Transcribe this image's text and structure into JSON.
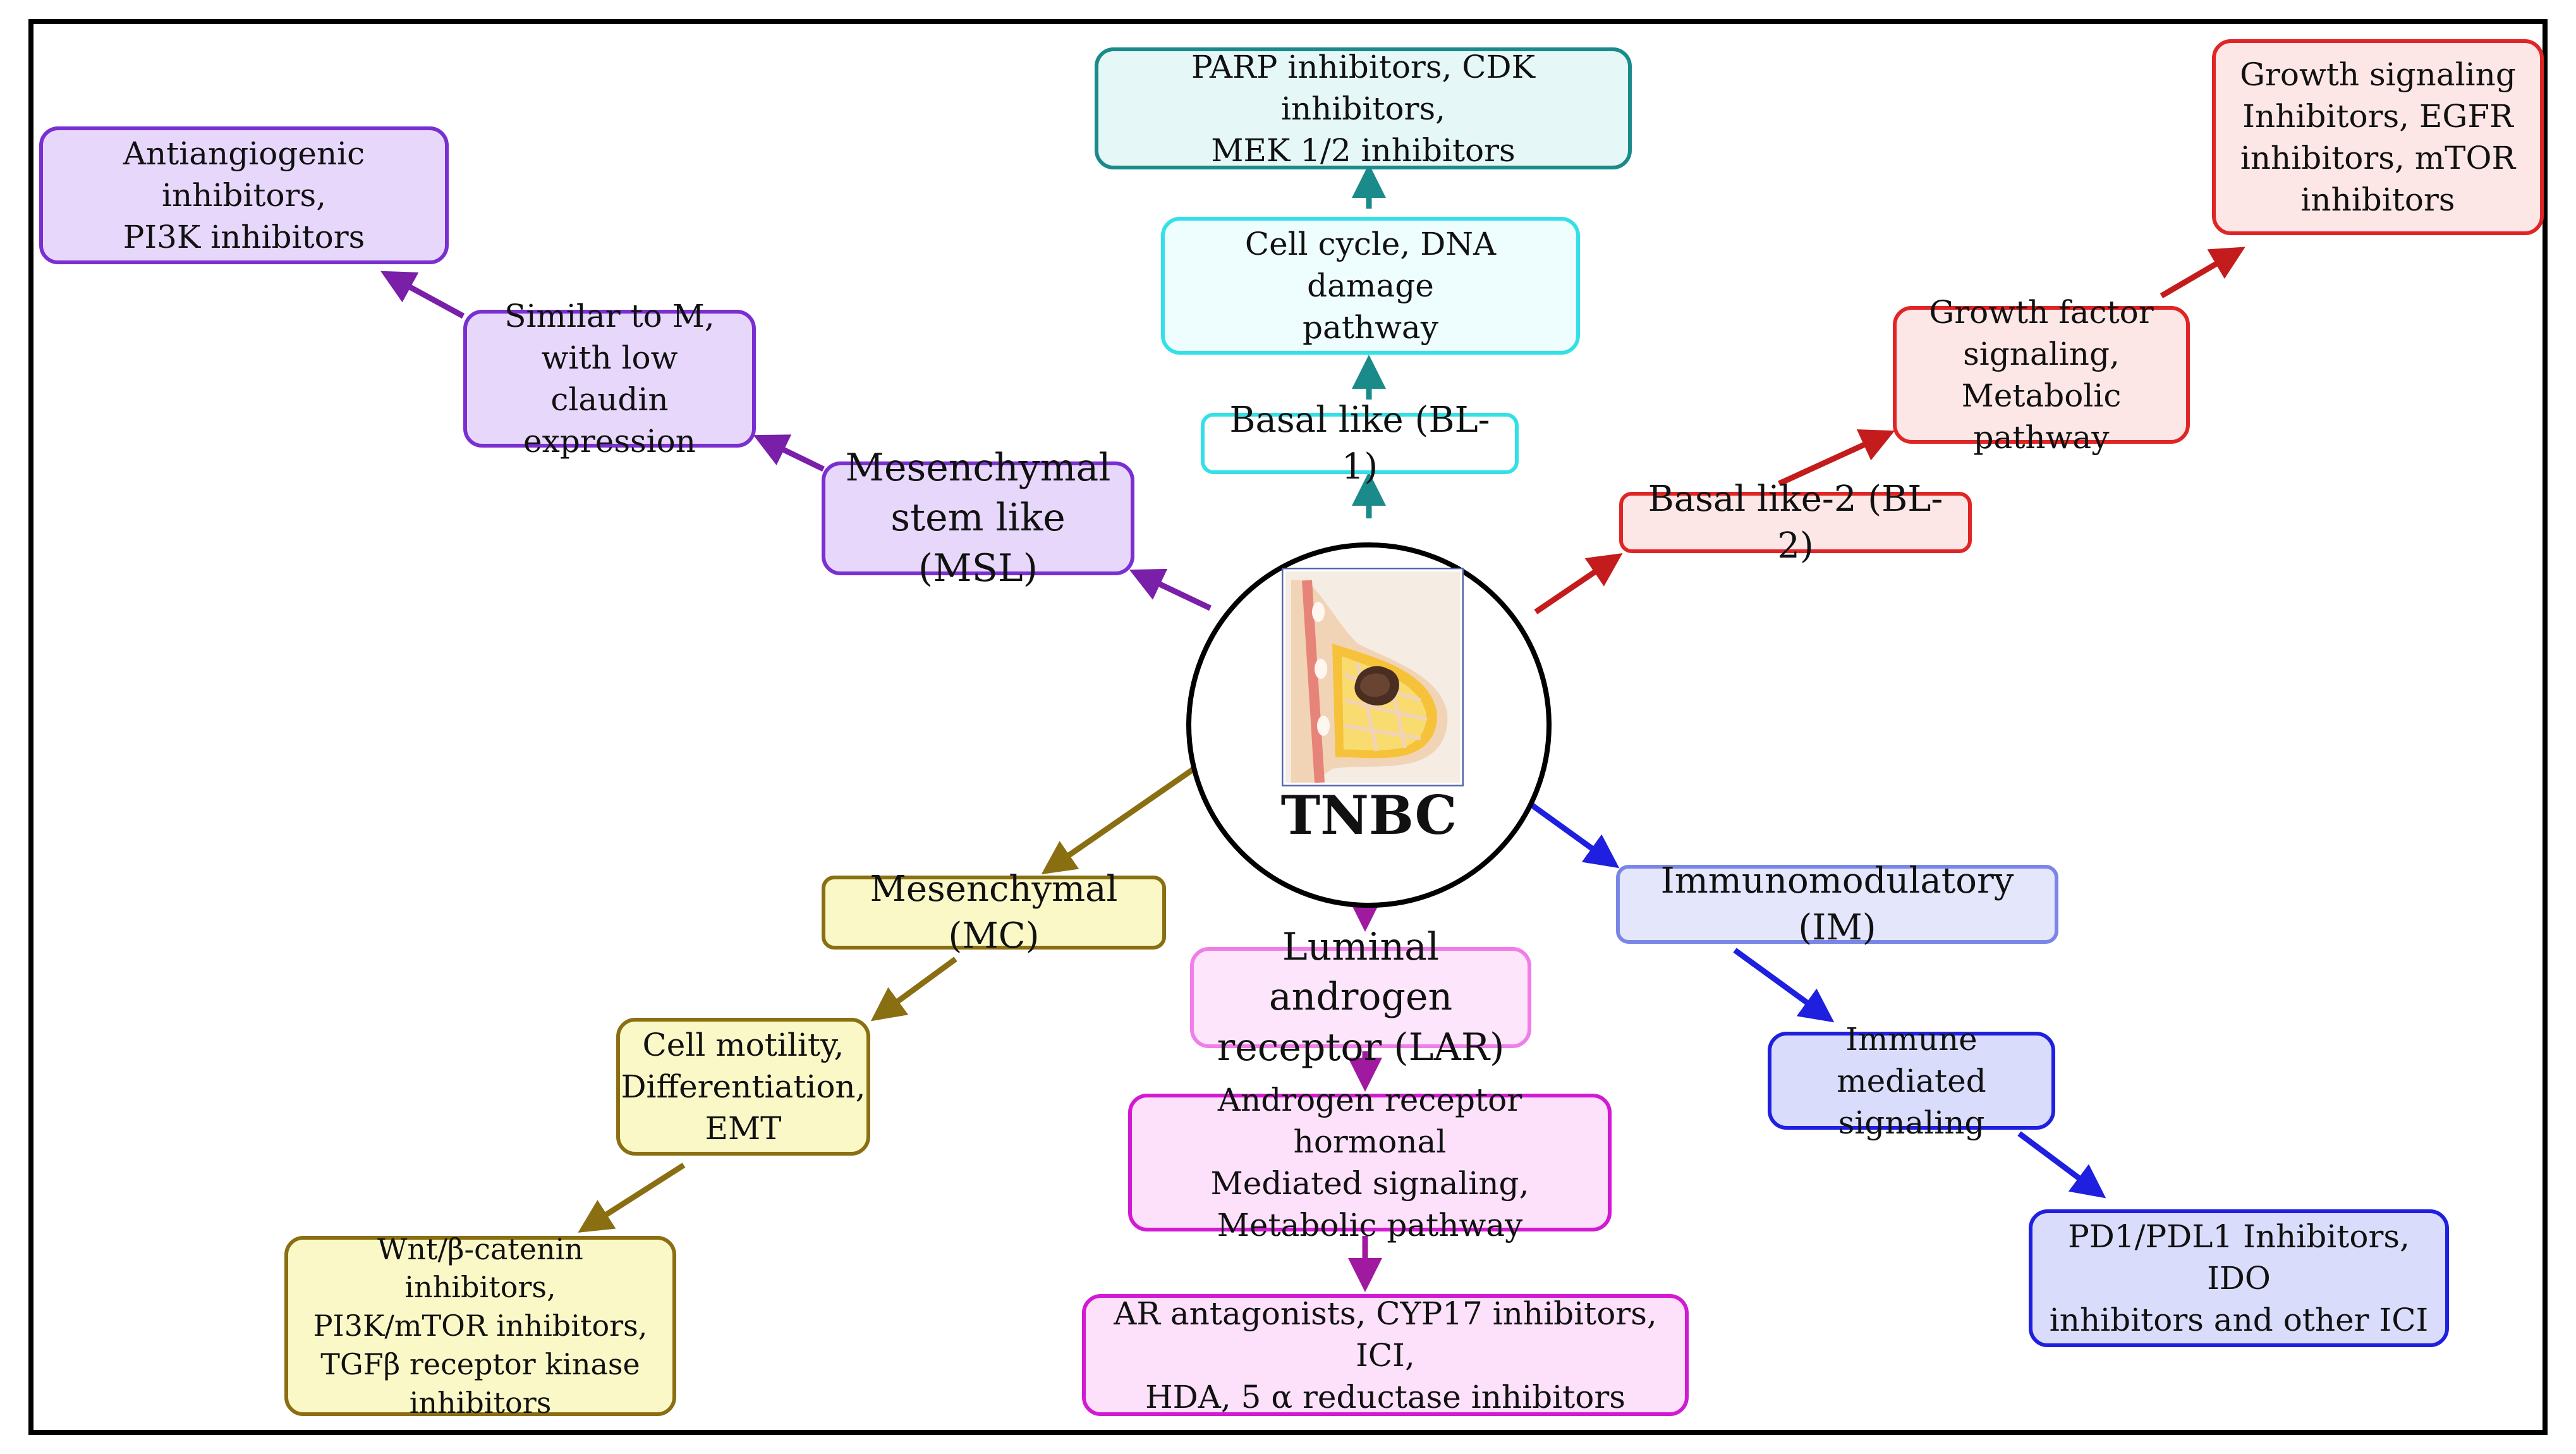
{
  "colors": {
    "teal": "#1a8a8a",
    "teal_bg": "#e6f7f7",
    "cyan": "#33e0e8",
    "cyan_bg": "#eefdfd",
    "red": "#e02525",
    "red_bg": "#fde6e6",
    "violet": "#7a2fd0",
    "violet_bg": "#e7d8fb",
    "gold": "#8a6f12",
    "gold_bg": "#fbf8c8",
    "magenta": "#d21ad2",
    "magenta_bg": "#fde1fb",
    "blue": "#1f1fe0",
    "blue_bg": "#dadcfb",
    "periwinkle": "#7a86e6",
    "periwinkle_bg": "#e4e6fc",
    "pink": "#f07ee8",
    "pink_bg": "#fde5fb"
  },
  "center": {
    "label": "TNBC",
    "image": "breast-tumor-illustration"
  },
  "subtypes": {
    "bl1": {
      "name": "Basal like (BL-1)",
      "pathway": "Cell cycle, DNA damage\npathway",
      "drugs": "PARP inhibitors,  CDK inhibitors,\nMEK 1/2 inhibitors"
    },
    "bl2": {
      "name": "Basal like-2 (BL-2)",
      "pathway": "Growth  factor\nsignaling,\nMetabolic pathway",
      "drugs": "Growth  signaling\nInhibitors,  EGFR\ninhibitors,  mTOR\ninhibitors"
    },
    "msl": {
      "name": "Mesenchymal\nstem like (MSL)",
      "pathway": "Similar to M,\nwith low\nclaudin expression",
      "drugs": "Antiangiogenic  inhibitors,\nPI3K inhibitors"
    },
    "mc": {
      "name": "Mesenchymal (MC)",
      "pathway": "Cell motility,\nDifferentiation,\nEMT",
      "drugs": "Wnt/β-catenin  inhibitors,\nPI3K/mTOR inhibitors,\nTGFβ  receptor  kinase\ninhibitors"
    },
    "lar": {
      "name": "Luminal androgen\nreceptor (LAR)",
      "pathway": "Androgen  receptor  hormonal\nMediated  signaling,\nMetabolic  pathway",
      "drugs": "AR antagonists,  CYP17 inhibitors,  ICI,\nHDA,  5 α reductase  inhibitors"
    },
    "im": {
      "name": "Immunomodulatory (IM)",
      "pathway": "Immune  mediated\nsignaling",
      "drugs": "PD1/PDL1 Inhibitors,  IDO\ninhibitors  and  other ICI"
    }
  }
}
